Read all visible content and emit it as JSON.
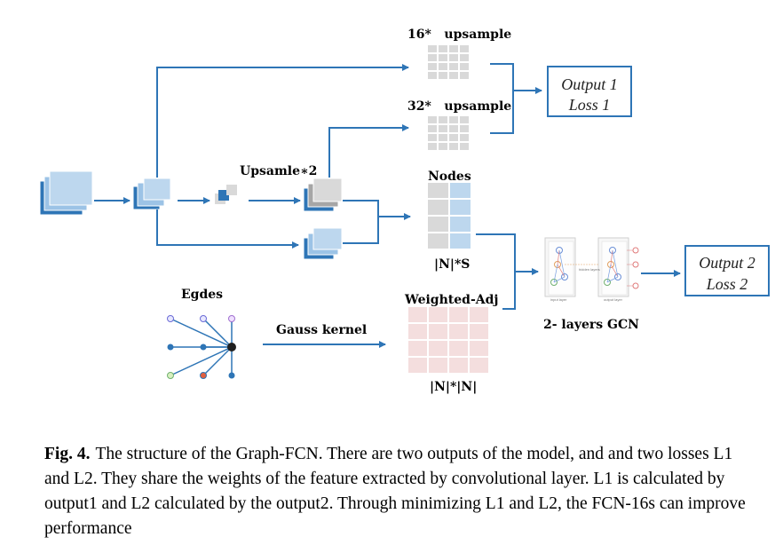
{
  "diagram": {
    "upsample16": "16*   upsample",
    "upsample32": "32*   upsample",
    "upsample2": "Upsamle∗2",
    "nodes": "Nodes",
    "ns": "|N|*S",
    "weighted_adj": "Weighted-Adj",
    "nn": "|N|*|N|",
    "egdes": "Egdes",
    "gauss": "Gauss kernel",
    "gcn": "2- layers GCN",
    "out1_line1": "Output 1",
    "out1_line2": "Loss 1",
    "out2_line1": "Output 2",
    "out2_line2": "Loss 2",
    "gcn_inner_in": "input layer",
    "gcn_inner_hidden": "hidden layers",
    "gcn_inner_out": "output layer"
  },
  "colors": {
    "arrow": "#2e75b6",
    "feature_light": "#bdd7ee",
    "grid_gray": "#d9d9d9",
    "grid_pink": "#f4dede",
    "node_dark": "#1f1f1f"
  },
  "caption": {
    "label": "Fig. 4.",
    "text": "The structure of the Graph-FCN. There are two outputs of the model, and and two losses L1 and L2. They share the weights of the feature extracted by convolutional layer. L1 is calculated by output1 and L2 calculated by the output2. Through minimizing L1 and L2, the FCN-16s can improve performance"
  }
}
